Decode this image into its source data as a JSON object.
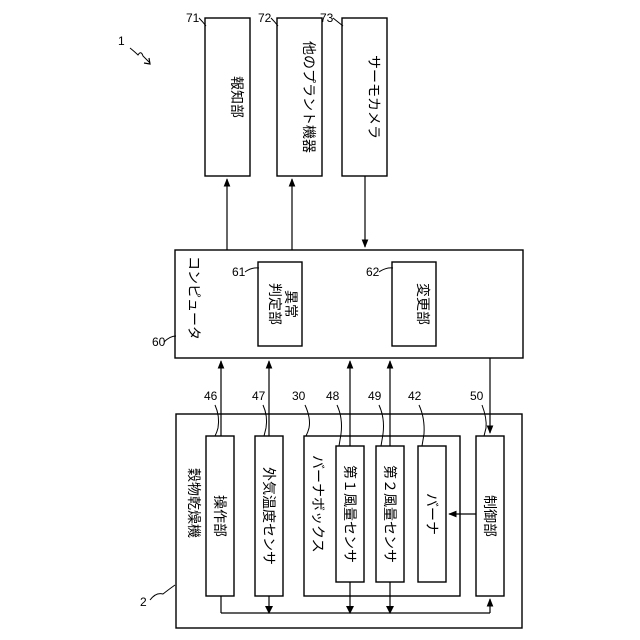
{
  "system_ref": "1",
  "external": {
    "notify": {
      "ref": "71",
      "label": "報知部"
    },
    "plant": {
      "ref": "72",
      "label": "他のプラント機器"
    },
    "thermo": {
      "ref": "73",
      "label": "サーモカメラ"
    }
  },
  "computer": {
    "ref": "60",
    "label": "コンピュータ",
    "abnormal": {
      "ref": "61",
      "line1": "異常",
      "line2": "判定部"
    },
    "change": {
      "ref": "62",
      "label": "変更部"
    }
  },
  "dryer": {
    "ref": "2",
    "label": "穀物乾燥機",
    "operation": {
      "ref": "46",
      "label": "操作部"
    },
    "temp_sensor": {
      "ref": "47",
      "label": "外気温度センサ"
    },
    "burner_box": {
      "ref": "30",
      "label": "バーナボックス"
    },
    "air_sensor1": {
      "ref": "48",
      "label": "第１風量センサ"
    },
    "air_sensor2": {
      "ref": "49",
      "label": "第２風量センサ"
    },
    "burner": {
      "ref": "42",
      "label": "バーナ"
    },
    "control": {
      "ref": "50",
      "label": "制御部"
    }
  }
}
